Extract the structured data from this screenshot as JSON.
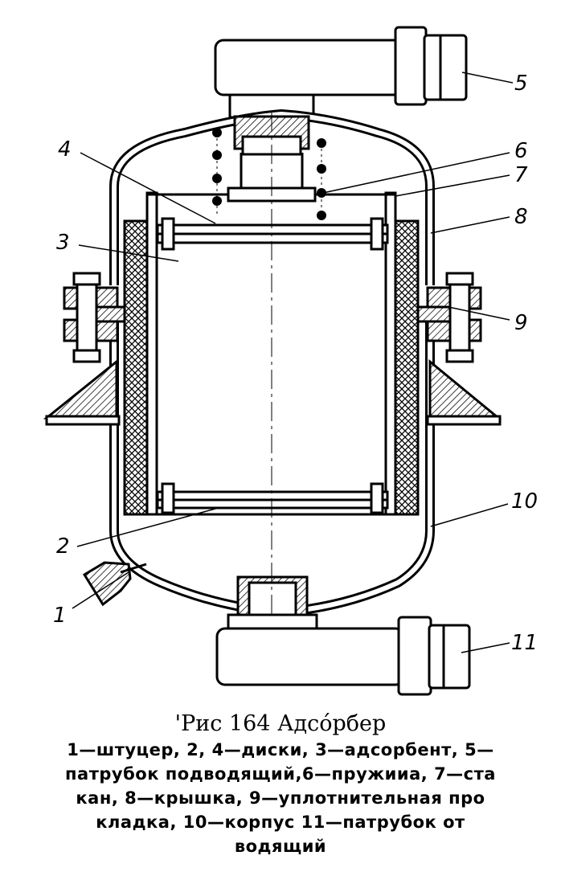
{
  "figure": {
    "title": "'Рис 164 Адсо́рбер",
    "legend_lines": [
      "1—штуцер, 2, 4—диски, 3—адсорбент, 5—",
      "патрубок подводящий,6—пружииа, 7—ста",
      "кан, 8—крышка, 9—уплотнительная про",
      "кладка, 10—корпус 11—патрубок от",
      "водящий"
    ]
  },
  "labels": {
    "l1": "1",
    "l2": "2",
    "l3": "3",
    "l4": "4",
    "l5": "5",
    "l6": "6",
    "l7": "7",
    "l8": "8",
    "l9": "9",
    "l10": "10",
    "l11": "11"
  }
}
